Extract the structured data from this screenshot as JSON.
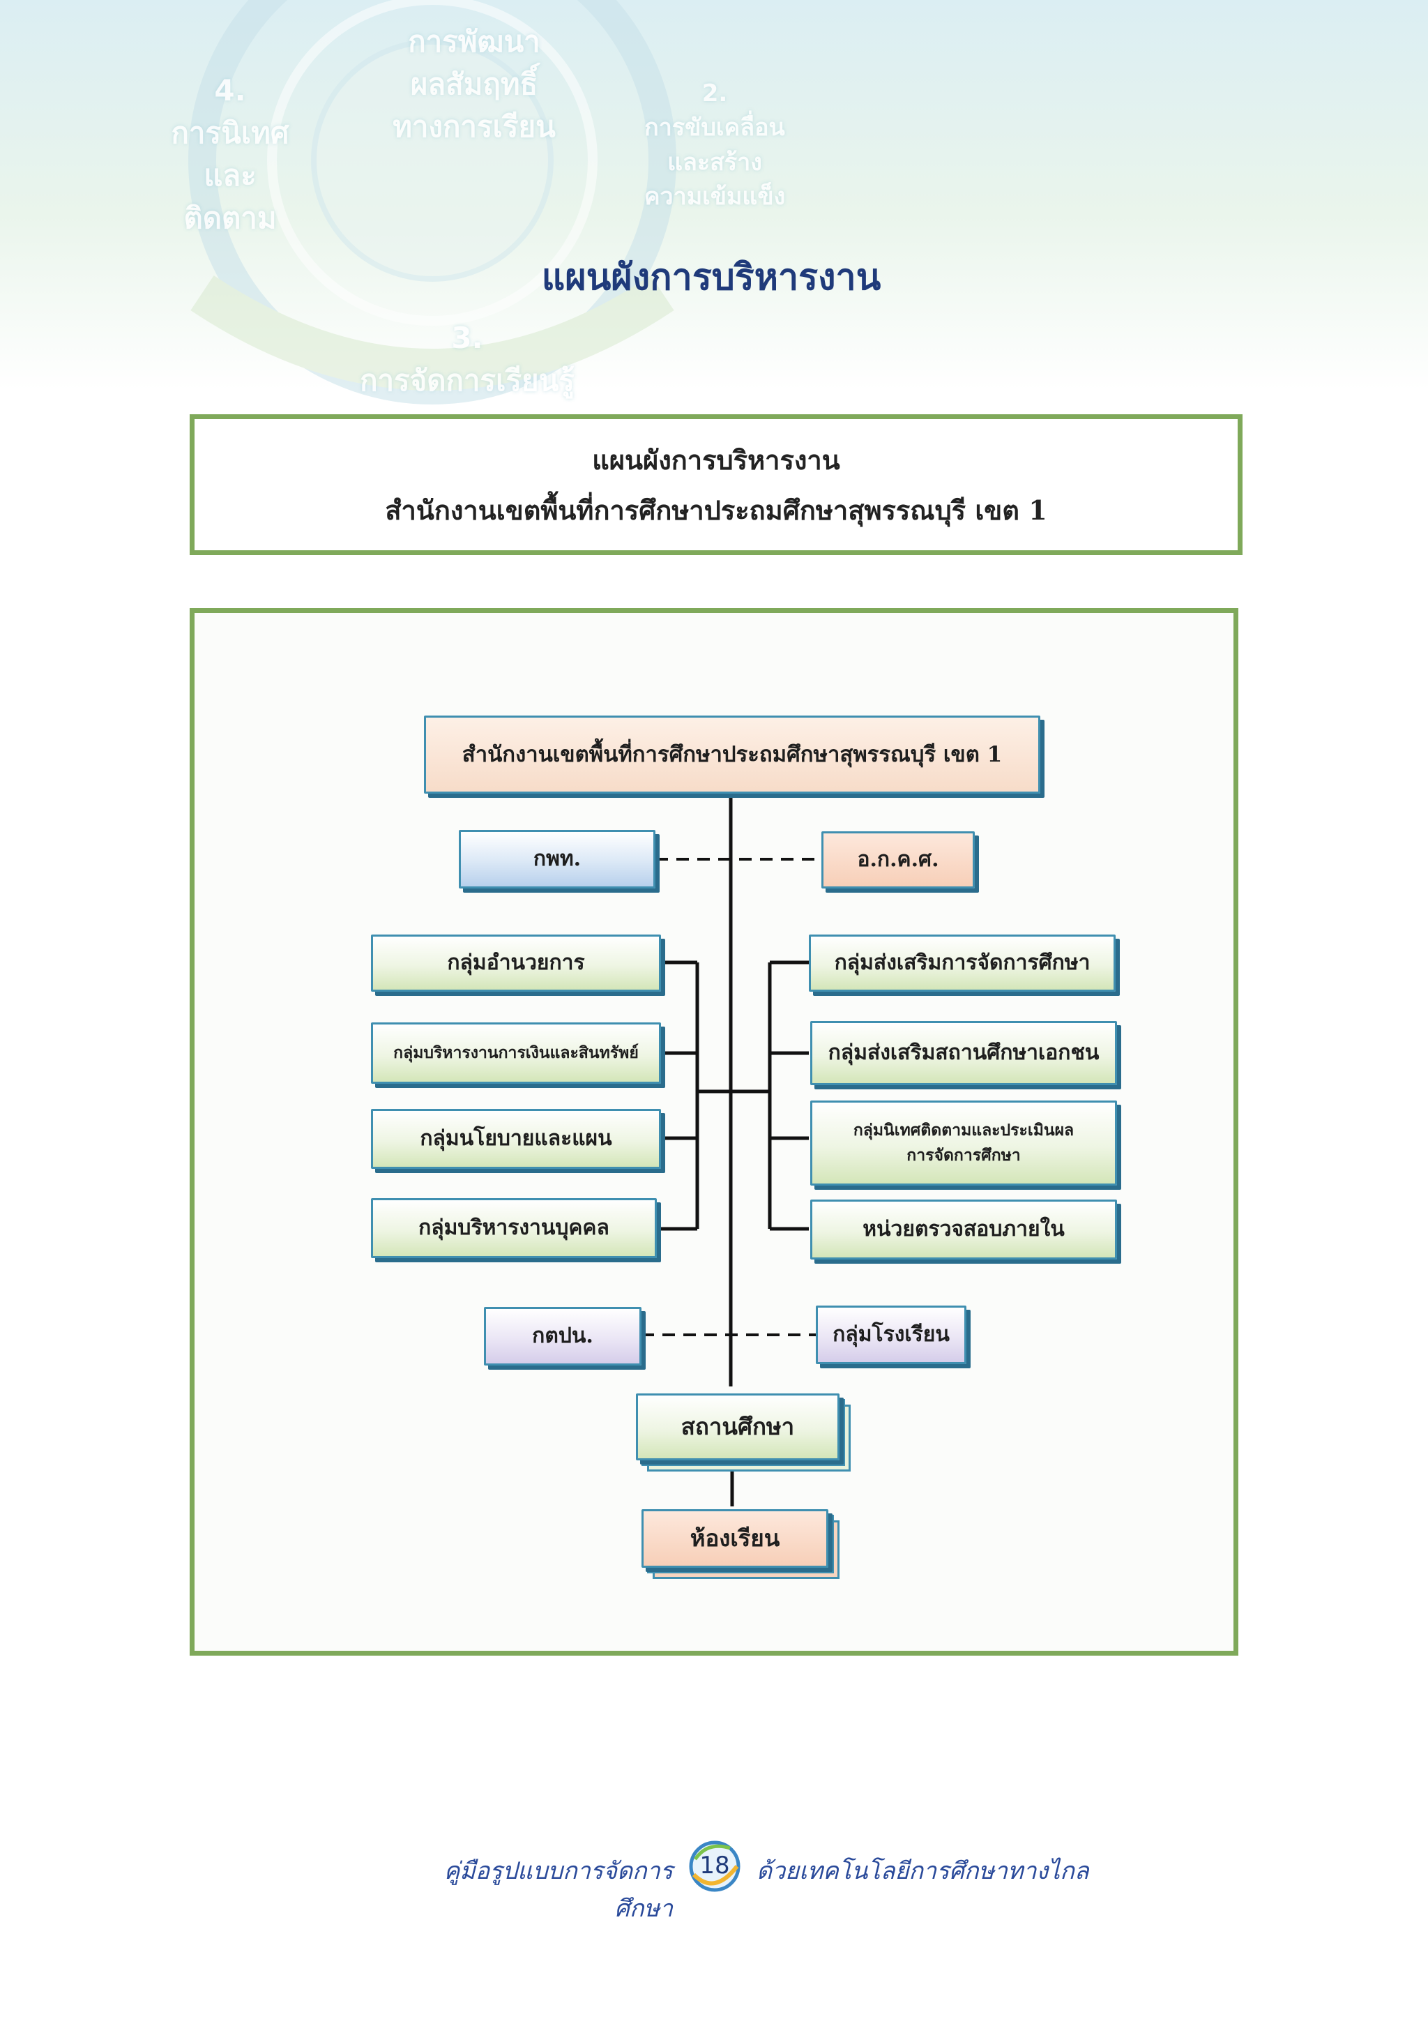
{
  "background": {
    "words": [
      "4.\nการนิเทศ\nและ\nติดตาม",
      "การพัฒนา\nผลสัมฤทธิ์\nทางการเรียน",
      "2.\nการขับเคลื่อน\nและสร้าง\nความเข้มแข็ง",
      "3.\nการจัดการเรียนรู้"
    ]
  },
  "page_title": "แผนผังการบริหารงาน",
  "header_box": {
    "title": "แผนผังการบริหารงาน",
    "subtitle": "สำนักงานเขตพื้นที่การศึกษาประถมศึกษาสุพรรณบุรี เขต 1"
  },
  "org_chart": {
    "top": "สำนักงานเขตพื้นที่การศึกษาประถมศึกษาสุพรรณบุรี เขต 1",
    "board_left": "กพท.",
    "board_right": "อ.ก.ค.ศ.",
    "left_groups": [
      "กลุ่มอำนวยการ",
      "กลุ่มบริหารงานการเงินและสินทรัพย์",
      "กลุ่มนโยบายและแผน",
      "กลุ่มบริหารงานบุคคล"
    ],
    "right_groups": [
      "กลุ่มส่งเสริมการจัดการศึกษา",
      "กลุ่มส่งเสริมสถานศึกษาเอกชน",
      "กลุ่มนิเทศติดตามและประเมินผล\nการจัดการศึกษา",
      "หน่วยตรวจสอบภายใน"
    ],
    "committee_left": "กตปน.",
    "committee_right": "กลุ่มโรงเรียน",
    "school": "สถานศึกษา",
    "classroom": "ห้องเรียน"
  },
  "footer": {
    "left": "คู่มือรูปแบบการจัดการศึกษา",
    "page_number": "18",
    "right": "ด้วยเทคโนโลยีการศึกษาทางไกล"
  },
  "colors": {
    "frame": "#7fa95a",
    "title": "#1f3a7a",
    "node_border": "#3f8fb0",
    "line": "#111111"
  }
}
